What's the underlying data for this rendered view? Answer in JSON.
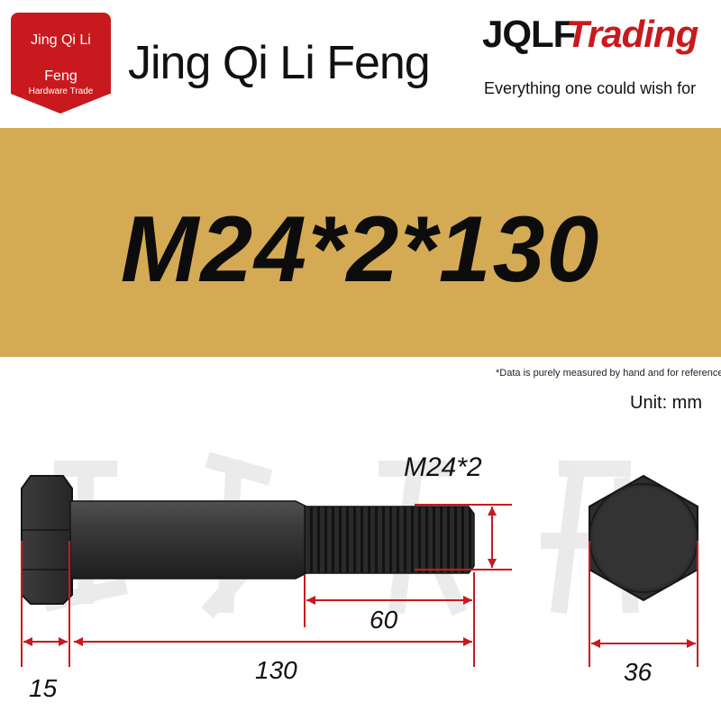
{
  "header": {
    "badge": {
      "line1": "Jing Qi Li",
      "line2": "Feng",
      "line3": "Hardware Trade"
    },
    "title": "Jing Qi Li Feng",
    "brand_jqlf": "JQLF",
    "brand_trading": "Trading",
    "tagline": "Everything one could wish for"
  },
  "spec": {
    "size": "M24*2*130"
  },
  "note": "*Data is purely measured by hand and for reference o",
  "unit": "Unit: mm",
  "diagram": {
    "thread_label": "M24*2",
    "dims": {
      "head_height": "15",
      "length": "130",
      "thread_length": "60",
      "across_flats": "36"
    }
  },
  "colors": {
    "accent_red": "#c8191e",
    "gold_band": "#d4aa55",
    "bolt_dark": "#2e2e2e"
  }
}
